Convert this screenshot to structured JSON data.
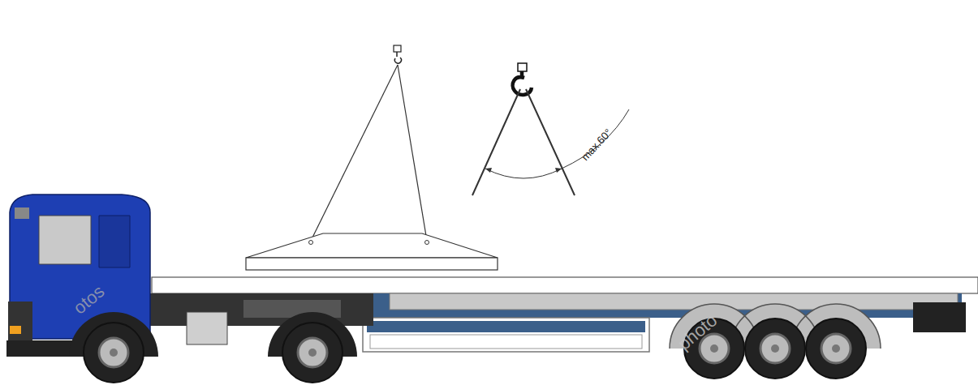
{
  "diagram": {
    "labels": [
      "max.60°",
      "otos",
      "photo"
    ]
  }
}
